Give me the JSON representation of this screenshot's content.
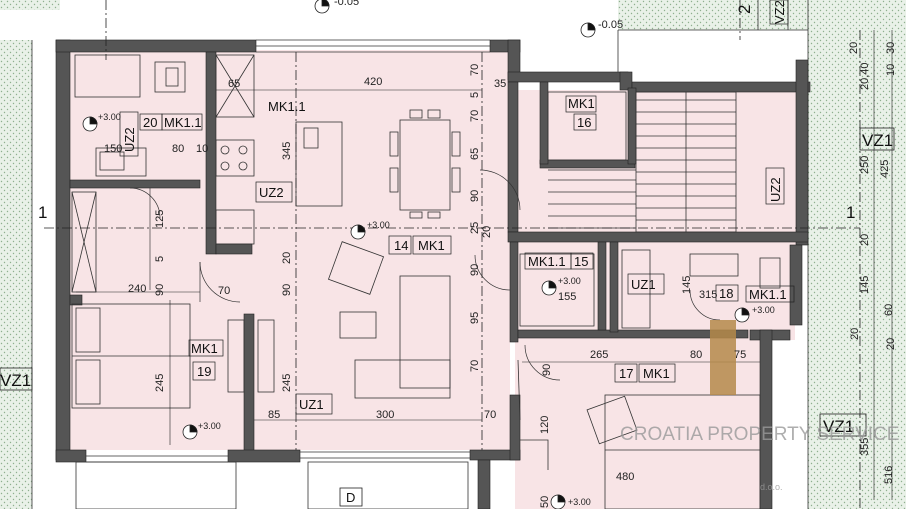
{
  "colors": {
    "room_fill": "#f8e4e6",
    "wall": "#555555",
    "wall_dark": "#4a4a4a",
    "hatch_fill": "#e6efe6",
    "watermark": "#9a9a9a",
    "brand_mark": "#b5894a"
  },
  "levels": {
    "top_left": "-0.05",
    "top_right": "-0.05",
    "kitchen": "+3.00",
    "living": "+3.00",
    "stair_landing": "+3.00",
    "bath": "+3.00",
    "bedroom_left": "+3.00",
    "bedroom_right": "+3.00"
  },
  "rooms": {
    "r14": {
      "number": "14",
      "code": "MK1"
    },
    "r15": {
      "number": "15",
      "code": "MK1.1"
    },
    "r16": {
      "number": "16",
      "code": "MK1"
    },
    "r17": {
      "number": "17",
      "code": "MK1"
    },
    "r18": {
      "number": "18",
      "code": "MK1.1"
    },
    "r19": {
      "number": "19",
      "code": "MK1"
    },
    "r20": {
      "number": "20",
      "code": "MK1.1"
    },
    "kitchen_code": "MK1.1"
  },
  "wall_tags": {
    "uz2_left": "UZ2",
    "uz2_mid": "UZ2",
    "uz2_right": "UZ2",
    "uz1_living": "UZ1",
    "uz1_bath": "UZ1",
    "vz1_right": "VZ1",
    "vz1_left": "VZ1",
    "vz1_bottom_right": "VZ1",
    "vz2_top": "VZ2",
    "section_mark": "1",
    "section_mark_left": "1",
    "grid_top": "2",
    "elevator_letter": "D"
  },
  "dimensions": {
    "d420": "420",
    "d65a": "65",
    "d35": "35",
    "d70a": "70",
    "d70b": "70",
    "d5": "5",
    "d345": "345",
    "d65b": "65",
    "d90a": "90",
    "d25a": "25",
    "d20a": "20",
    "d80a": "80",
    "d10": "10",
    "d150": "150",
    "d125": "125",
    "d5b": "5",
    "d240": "240",
    "d90b": "90",
    "d70c": "70",
    "d20b": "20",
    "d90c": "90",
    "d245a": "245",
    "d245b": "245",
    "d85": "85",
    "d300": "300",
    "d70d": "70",
    "d90d": "90",
    "d95": "95",
    "d70e": "70",
    "d265": "265",
    "d80b": "80",
    "d75": "75",
    "d90e": "90",
    "d120": "120",
    "d480": "480",
    "d50": "50",
    "d155": "155",
    "d145": "145",
    "d315": "315",
    "r20a": "20",
    "r30": "30",
    "r2040": "20,40",
    "r10": "10",
    "r250": "250",
    "r425": "425",
    "r20c": "20",
    "r145": "145",
    "r60": "60",
    "r20d": "20",
    "r355": "355",
    "r516": "516",
    "r20e": "20"
  },
  "watermark": {
    "brand": "CROATIA PROPERTY SERVICE",
    "sub": "d.o.o."
  }
}
